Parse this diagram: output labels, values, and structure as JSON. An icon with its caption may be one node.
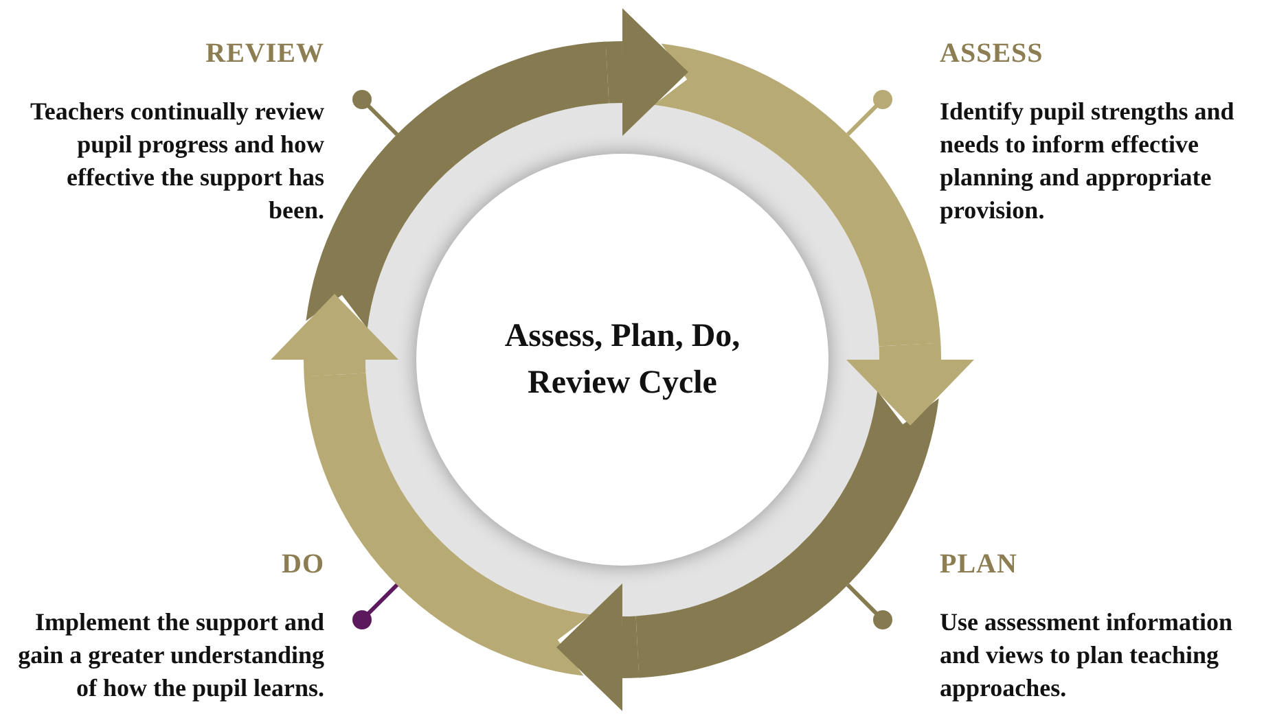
{
  "diagram": {
    "nodes": [
      {
        "text": [
          "Assess, Plan, Do, Review Cycle"
        ]
      },
      {
        "text": [
          "REVIEW",
          "Teachers continually review pupil progress and how effective the support has been."
        ]
      },
      {
        "text": [
          "ASSESS",
          "Identify pupil strengths and needs to inform effective planning and appropriate provision."
        ]
      },
      {
        "text": [
          "PLAN",
          "Use assessment information and views to plan teaching approaches."
        ]
      },
      {
        "text": [
          "DO",
          "Implement the support and gain a greater understanding of how the pupil learns."
        ]
      },
      {
        "text": [],
        "shape": "arrow"
      },
      {
        "text": [],
        "shape": "arrow"
      },
      {
        "text": [],
        "shape": "arrow"
      },
      {
        "text": [],
        "shape": "arrow"
      }
    ],
    "edges": [
      {
        "from": 1,
        "to": 5,
        "arrow": "other"
      },
      {
        "from": 2,
        "to": 6,
        "arrow": "other",
        "color": "#b8aa74"
      },
      {
        "from": 3,
        "to": 7,
        "arrow": "other"
      },
      {
        "from": 4,
        "to": 8,
        "arrow": "other",
        "color": "#5c1a5c"
      },
      {
        "from": 5,
        "to": 6,
        "arrow": "to",
        "style": "thick"
      },
      {
        "from": 6,
        "to": 7,
        "arrow": "to",
        "style": "thick",
        "color": "#b8aa74"
      },
      {
        "from": 7,
        "to": 8,
        "arrow": "to",
        "style": "thick"
      },
      {
        "from": 8,
        "to": 5,
        "arrow": "to",
        "style": "thick",
        "color": "#b8aa74"
      }
    ]
  }
}
